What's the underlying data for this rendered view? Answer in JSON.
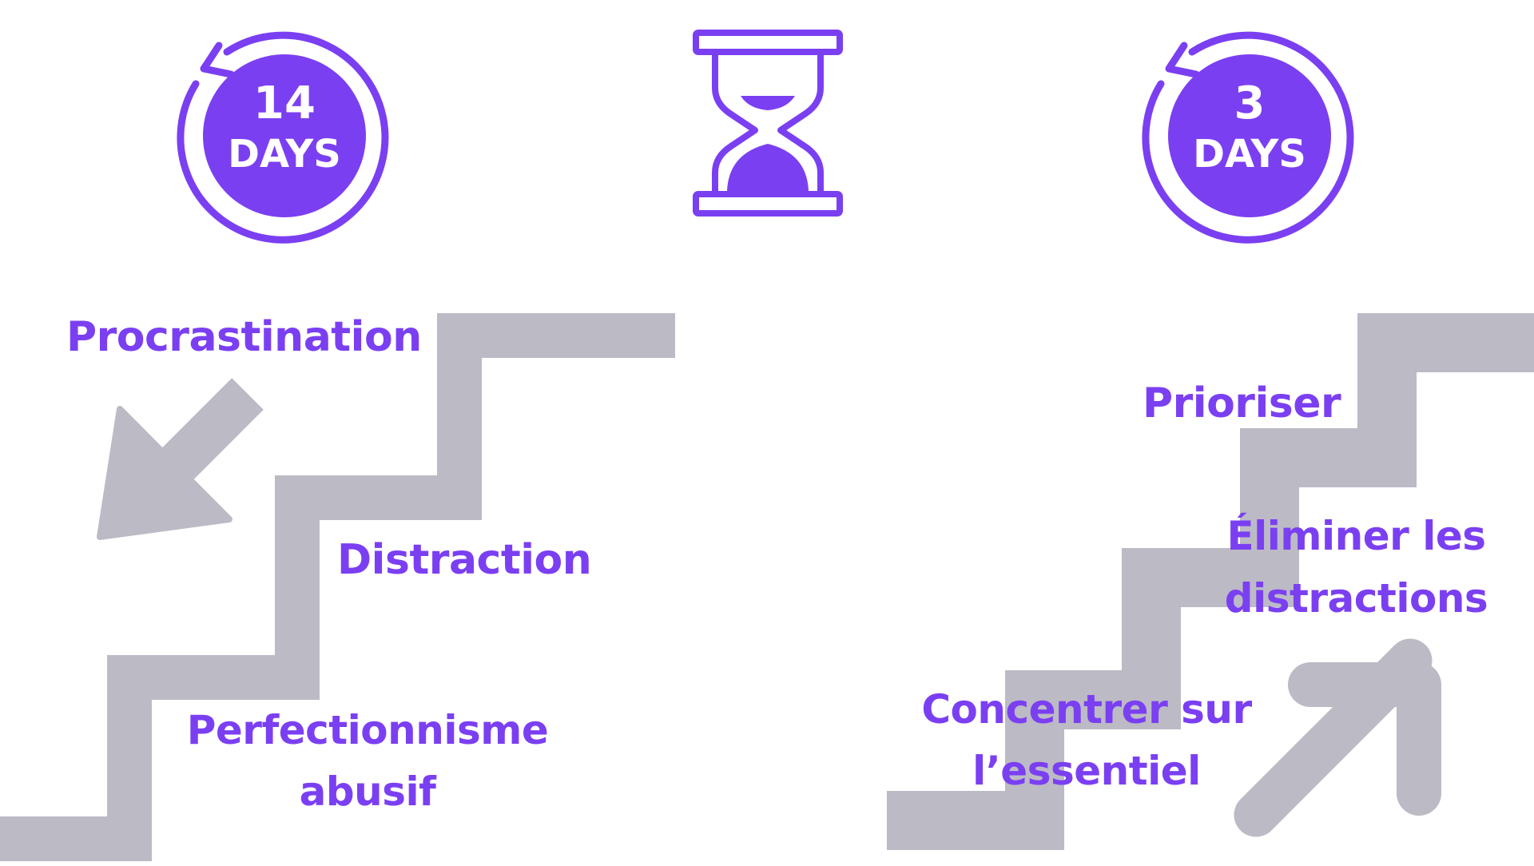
{
  "colors": {
    "accent": "#7b3ff2",
    "stairs": "#bcbac5",
    "background": "#ffffff"
  },
  "icons": [
    "clock-cycle-icon",
    "hourglass-icon",
    "clock-cycle-icon",
    "arrow-down-left-icon",
    "arrow-up-right-icon"
  ],
  "left": {
    "badge": {
      "number": "14",
      "unit": "DAYS"
    },
    "labels": [
      "Procrastination",
      "Distraction",
      "Perfectionnisme",
      "abusif"
    ]
  },
  "right": {
    "badge": {
      "number": "3",
      "unit": "DAYS"
    },
    "labels": [
      "Prioriser",
      "Éliminer les",
      "distractions",
      "Concentrer sur",
      "l’essentiel"
    ]
  }
}
